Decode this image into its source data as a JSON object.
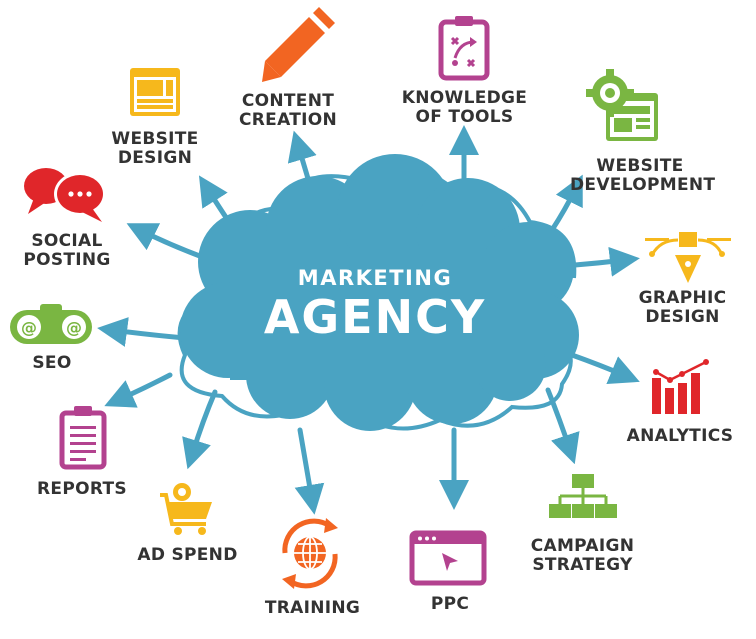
{
  "center": {
    "line1": "MARKETING",
    "line2": "AGENCY"
  },
  "colors": {
    "cloud": "#4aa3c2",
    "text": "#333333",
    "orange": "#f26522",
    "magenta": "#b3428f",
    "green": "#7ab642",
    "yellow": "#f6b81c",
    "red": "#e0262a",
    "teal": "#4aa3c2"
  },
  "items": [
    {
      "lines": [
        "WEBSITE",
        "DESIGN"
      ],
      "icon": "browser-layout-icon"
    },
    {
      "lines": [
        "CONTENT",
        "CREATION"
      ],
      "icon": "pencil-icon"
    },
    {
      "lines": [
        "KNOWLEDGE",
        "OF TOOLS"
      ],
      "icon": "clipboard-strategy-icon"
    },
    {
      "lines": [
        "WEBSITE",
        "DEVELOPMENT"
      ],
      "icon": "gear-browser-icon"
    },
    {
      "lines": [
        "SOCIAL",
        "POSTING"
      ],
      "icon": "speech-bubbles-icon"
    },
    {
      "lines": [
        "GRAPHIC",
        "DESIGN"
      ],
      "icon": "pen-tool-icon"
    },
    {
      "lines": [
        "SEO"
      ],
      "icon": "binoculars-icon"
    },
    {
      "lines": [
        "ANALYTICS"
      ],
      "icon": "bar-chart-icon"
    },
    {
      "lines": [
        "REPORTS"
      ],
      "icon": "report-clipboard-icon"
    },
    {
      "lines": [
        "CAMPAIGN",
        "STRATEGY"
      ],
      "icon": "org-chart-icon"
    },
    {
      "lines": [
        "AD SPEND"
      ],
      "icon": "shopping-cart-icon"
    },
    {
      "lines": [
        "TRAINING"
      ],
      "icon": "globe-cycle-icon"
    },
    {
      "lines": [
        "PPC"
      ],
      "icon": "browser-click-icon"
    }
  ]
}
